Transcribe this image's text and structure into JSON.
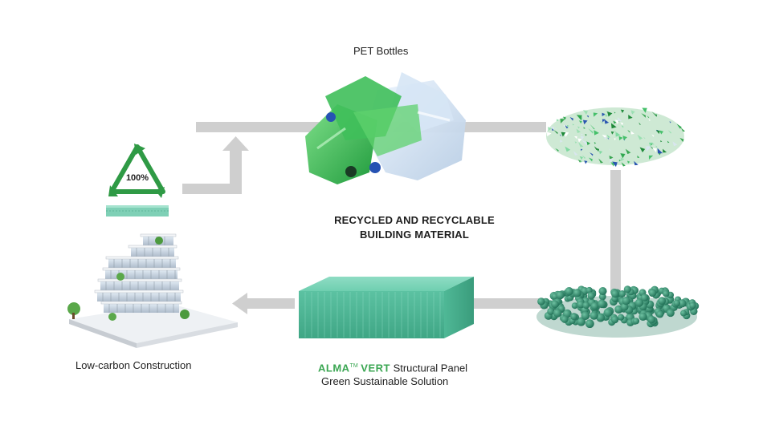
{
  "nodes": {
    "pet_bottles": {
      "label": "PET Bottles"
    },
    "recycle_badge": {
      "percent": "100%"
    },
    "low_carbon": {
      "label": "Low-carbon Construction"
    },
    "panel": {
      "brand": "ALMA",
      "trademark": "TM",
      "brand_suffix": "VERT",
      "line1_rest": " Structural Panel",
      "line2": "Green Sustainable Solution"
    }
  },
  "center_title": {
    "line1": "RECYCLED AND RECYCLABLE",
    "line2": "BUILDING MATERIAL"
  },
  "colors": {
    "arrow": "#cfcfcf",
    "brand_green": "#3aa652",
    "panel_teal": "#5fc7a8",
    "pellet_teal": "#2e8a6c"
  }
}
